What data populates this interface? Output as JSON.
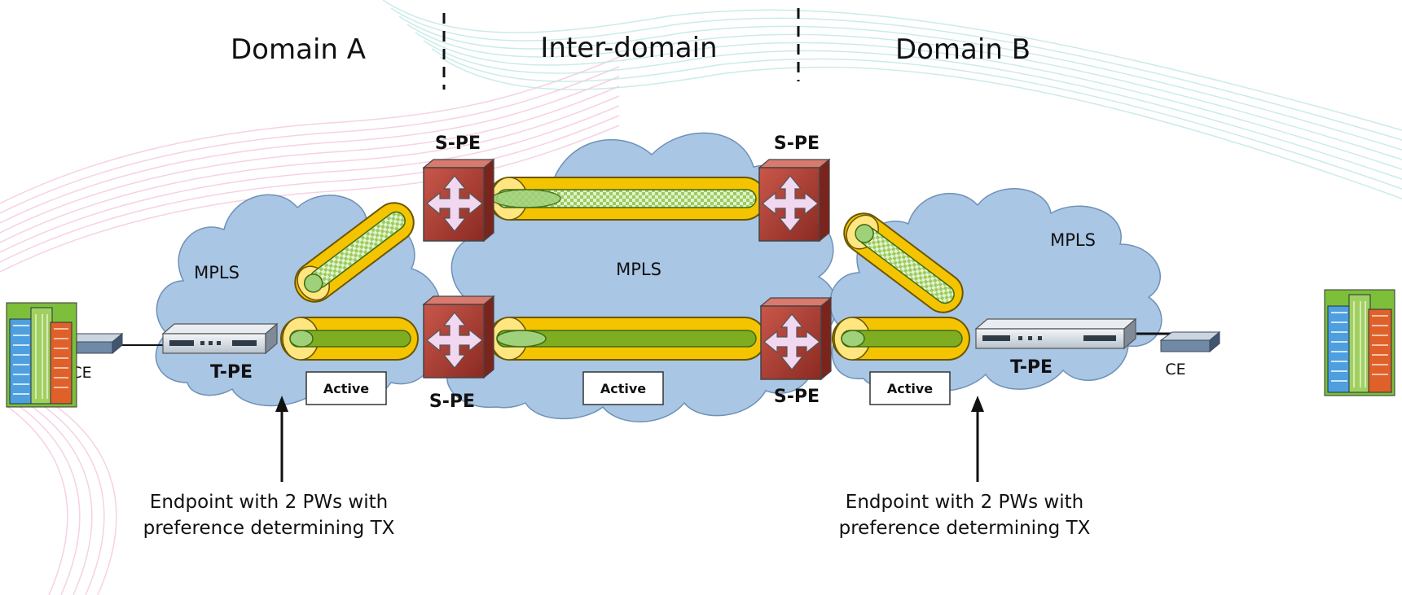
{
  "domains": {
    "domain_a": "Domain A",
    "inter_domain": "Inter-domain",
    "domain_b": "Domain B"
  },
  "clouds": {
    "left": "MPLS",
    "center": "MPLS",
    "right": "MPLS"
  },
  "nodes": {
    "spe_top_left": "S-PE",
    "spe_top_right": "S-PE",
    "spe_bottom_left": "S-PE",
    "spe_bottom_right": "S-PE",
    "tpe_left": "T-PE",
    "tpe_right": "T-PE",
    "ce_left": "CE",
    "ce_right": "CE"
  },
  "active_labels": [
    "Active",
    "Active",
    "Active"
  ],
  "notes": {
    "left": [
      "Endpoint with 2 PWs with",
      "preference determining TX"
    ],
    "right": [
      "Endpoint with 2 PWs with",
      "preference determining TX"
    ]
  },
  "colors": {
    "cloud": "#a9c6e4",
    "tunnel": "#f5c400",
    "active_pw": "#7fad22",
    "standby_pw": "#9fd07a",
    "router": "#b03a2e",
    "router_arrows": "#f1d7f0"
  }
}
